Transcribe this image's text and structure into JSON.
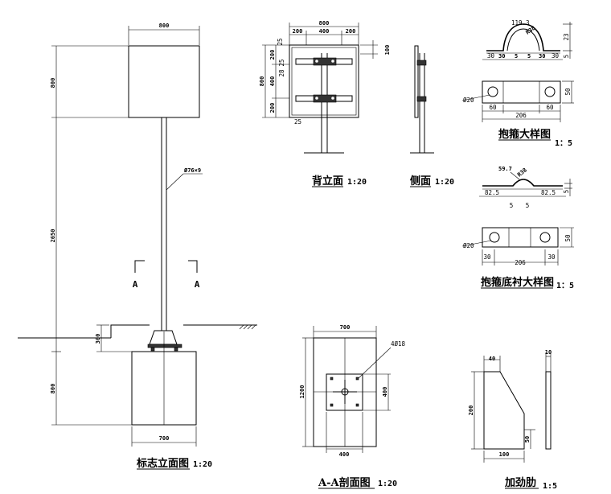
{
  "elevation": {
    "title": "标志立面图",
    "scale": "1:20",
    "panel_width": "800",
    "panel_height": "800",
    "pole_height": "2650",
    "base_height": "800",
    "ground_offset": "300",
    "base_width": "700",
    "pole_spec": "Ø76×9",
    "section_a_left": "A",
    "section_a_right": "A"
  },
  "back": {
    "title": "背立面",
    "scale": "1:20",
    "width": "800",
    "w_left": "200",
    "w_mid": "400",
    "w_right": "200",
    "height": "800",
    "h_top": "200",
    "h_mid": "400",
    "h_bot": "200",
    "top_25": "25",
    "bot_25": "25",
    "small_a": "25",
    "small_b": "28",
    "right_100": "100"
  },
  "side": {
    "title": "侧面",
    "scale": "1:20"
  },
  "clamp": {
    "title": "抱箍大样图",
    "scale": "1：5",
    "r": "119.3",
    "r38": "R38",
    "d1": "30",
    "d2": "30",
    "d3": "5",
    "d4": "5",
    "d5": "30",
    "d6": "30",
    "thick": "5",
    "h23": "23",
    "hole": "Ø20",
    "h50": "50",
    "w60a": "60",
    "w206": "206",
    "w60b": "60"
  },
  "lining": {
    "title": "抱箍底衬大样图",
    "scale": "1：5",
    "a": "59.7",
    "r38": "R38",
    "left": "82.5",
    "right": "82.5",
    "g1": "5",
    "g2": "5",
    "thick": "5",
    "hole": "Ø20",
    "h50": "50",
    "w30a": "30",
    "w206": "206",
    "w30b": "30"
  },
  "section": {
    "title": "A-A剖面图",
    "scale": "1:20",
    "width": "700",
    "height": "1200",
    "inner": "400",
    "inner_w": "400",
    "bolts": "4Ø18"
  },
  "rib": {
    "title": "加劲肋",
    "scale": "1:5",
    "w40": "40",
    "h200": "200",
    "h50": "50",
    "w100": "100",
    "t10": "10"
  }
}
